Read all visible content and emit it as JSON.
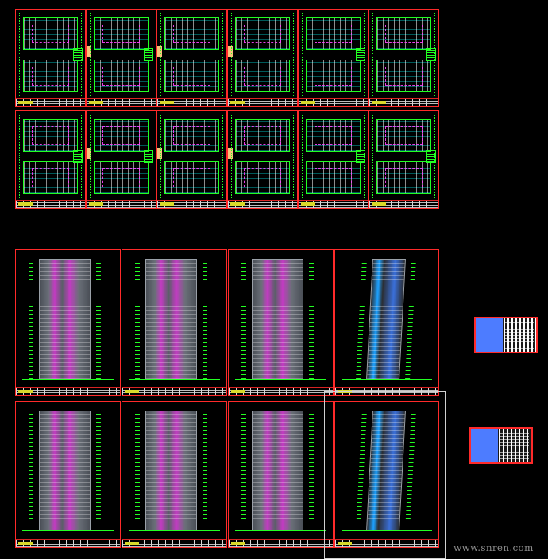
{
  "watermark": "www.snren.com",
  "colors": {
    "background": "#000000",
    "sheet_border": "#ff2a2a",
    "dimension_lines": "#22ff22",
    "wall_highlight": "#ff44ff",
    "stamp": "#f7c37a",
    "facade_magenta": "#c23bc2",
    "facade_blue": "#1da1ff"
  },
  "floor_plan_sheets": {
    "rows": 2,
    "columns": 6,
    "has_stamp": [
      false,
      true,
      true,
      true,
      false,
      false
    ]
  },
  "elevation_sheets": {
    "rows": 2,
    "columns": 4,
    "kinds": [
      "front-elevation",
      "front-elevation",
      "front-elevation",
      "side-elevation"
    ]
  },
  "thumbnails": {
    "count": 2
  }
}
